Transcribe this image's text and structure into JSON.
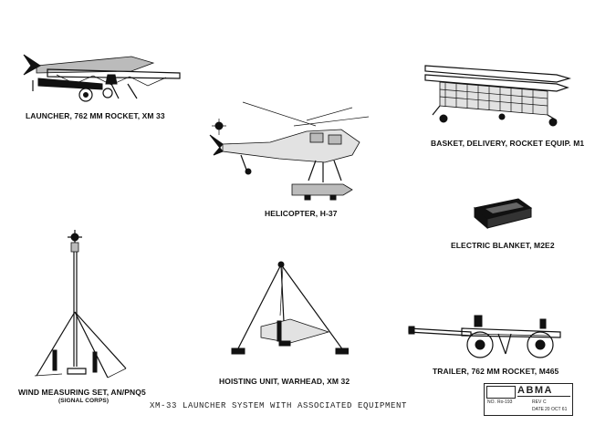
{
  "captions": {
    "launcher": "LAUNCHER, 762 MM ROCKET, XM 33",
    "helicopter": "HELICOPTER, H-37",
    "basket": "BASKET, DELIVERY, ROCKET EQUIP. M1",
    "blanket": "ELECTRIC BLANKET, M2E2",
    "wind_set": "WIND MEASURING SET, AN/PNQ5",
    "wind_note": "(SIGNAL CORPS)",
    "hoisting": "HOISTING UNIT, WARHEAD, XM 32",
    "trailer": "TRAILER, 762 MM ROCKET, M465"
  },
  "title": "XM-33 LAUNCHER SYSTEM WITH ASSOCIATED EQUIPMENT",
  "stamp": {
    "logo": "ABMA",
    "no_label": "NO.",
    "no_value": "Ro-193",
    "rev_label": "REV",
    "rev_value": "C",
    "date_label": "DATE",
    "date_value": "20 OCT 61"
  }
}
